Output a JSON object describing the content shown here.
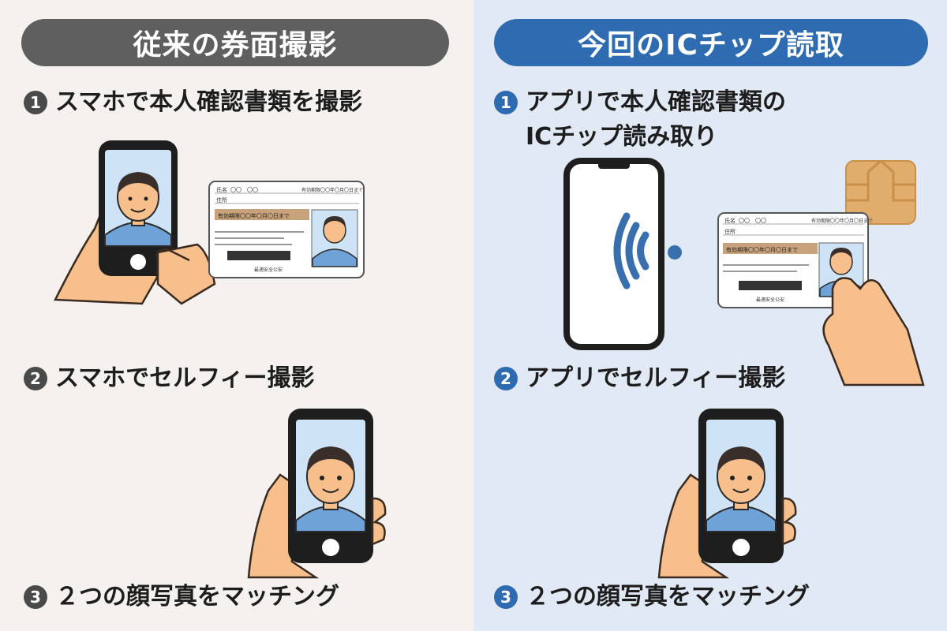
{
  "left": {
    "header": "従来の券面撮影",
    "steps": [
      {
        "badge": "1",
        "text": "スマホで本人確認書類を撮影"
      },
      {
        "badge": "2",
        "text": "スマホでセルフィー撮影"
      },
      {
        "badge": "3",
        "text": "２つの顔写真をマッチング"
      }
    ]
  },
  "right": {
    "header": "今回のICチップ読取",
    "steps": [
      {
        "badge": "1",
        "text": "アプリで本人確認書類の\nICチップ読み取り"
      },
      {
        "badge": "2",
        "text": "アプリでセルフィー撮影"
      },
      {
        "badge": "3",
        "text": "２つの顔写真をマッチング"
      }
    ]
  },
  "id_card": {
    "name_label": "氏名",
    "name_value": "〇〇　〇〇",
    "birth_value": "有効期限〇〇年〇月〇日まで",
    "address_label": "住所",
    "expiry_text": "有効期限〇〇年〇月〇日まで",
    "issuer_text": "最適安全公安"
  },
  "colors": {
    "left_bg": "#f4f1ee",
    "right_bg": "#e1e9f5",
    "left_header": "#5f5f5f",
    "right_header": "#2f6bb0",
    "skin": "#f6bf8c",
    "phone": "#1e1e1e",
    "shirt": "#6fa3d8",
    "card_band": "#c8a27a",
    "chip": "#e1ad6c",
    "nfc": "#3a6fae"
  }
}
